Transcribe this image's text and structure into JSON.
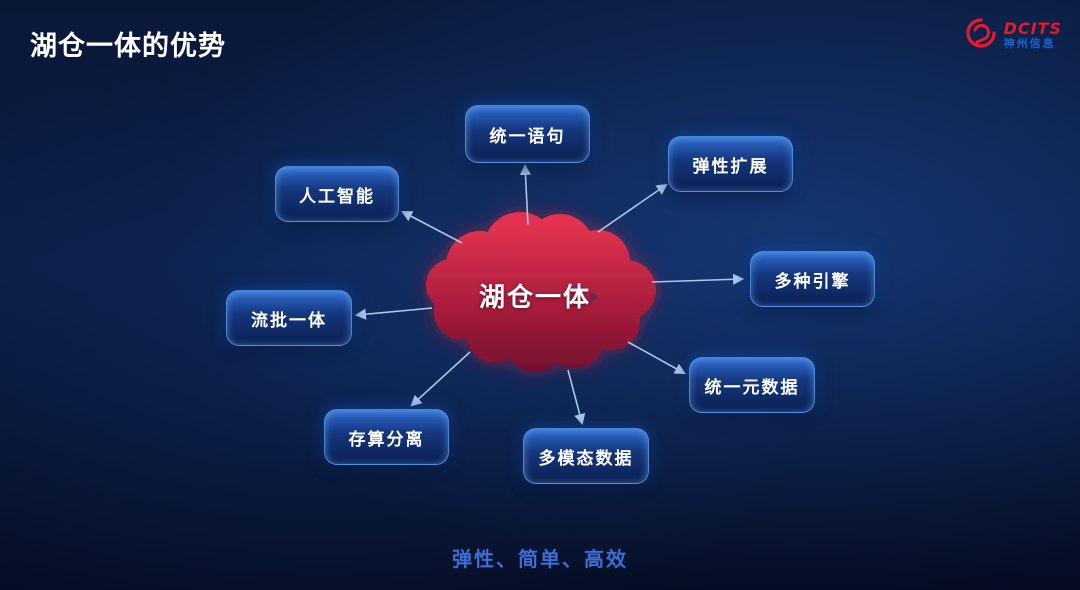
{
  "slide": {
    "title": "湖仓一体的优势",
    "footer": "弹性、简单、高效"
  },
  "logo": {
    "name": "DCITS",
    "subtitle": "神州信息"
  },
  "diagram": {
    "center_label": "湖仓一体",
    "nodes": [
      {
        "label": "统一语句"
      },
      {
        "label": "弹性扩展"
      },
      {
        "label": "多种引擎"
      },
      {
        "label": "统一元数据"
      },
      {
        "label": "多模态数据"
      },
      {
        "label": "存算分离"
      },
      {
        "label": "流批一体"
      },
      {
        "label": "人工智能"
      }
    ]
  },
  "colors": {
    "background_navy": "#0b1d44",
    "node_blue": "#15377e",
    "node_border_glow": "#3f8ae0",
    "cloud_red_top": "#e03048",
    "cloud_red_bottom": "#7c1030",
    "arrow_blue": "#a8c8e8",
    "footer_blue": "#3d6ed4",
    "logo_red": "#e8192c",
    "logo_blue": "#1a62d6"
  }
}
